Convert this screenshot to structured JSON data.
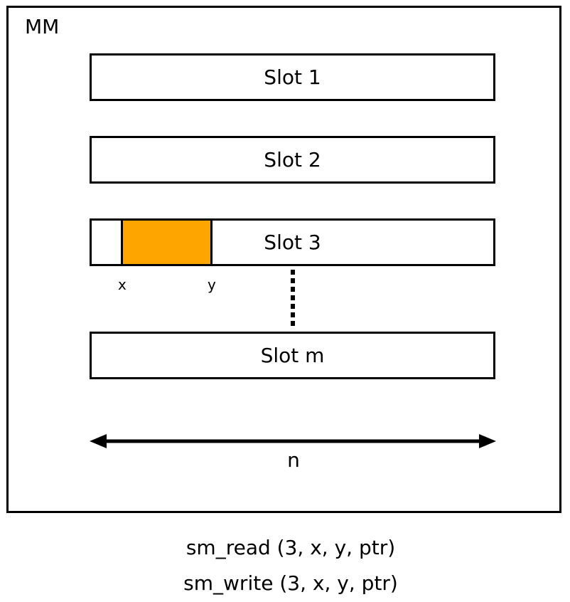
{
  "memory": {
    "label": "MM",
    "slots": [
      {
        "label": "Slot 1"
      },
      {
        "label": "Slot 2"
      },
      {
        "label": "Slot 3",
        "highlight_color": "#ffa500"
      },
      {
        "label": "Slot m"
      }
    ],
    "markers": {
      "start": "x",
      "end": "y"
    },
    "width_label": "n"
  },
  "calls": {
    "read": "sm_read (3, x, y, ptr)",
    "write": "sm_write (3, x, y, ptr)"
  }
}
